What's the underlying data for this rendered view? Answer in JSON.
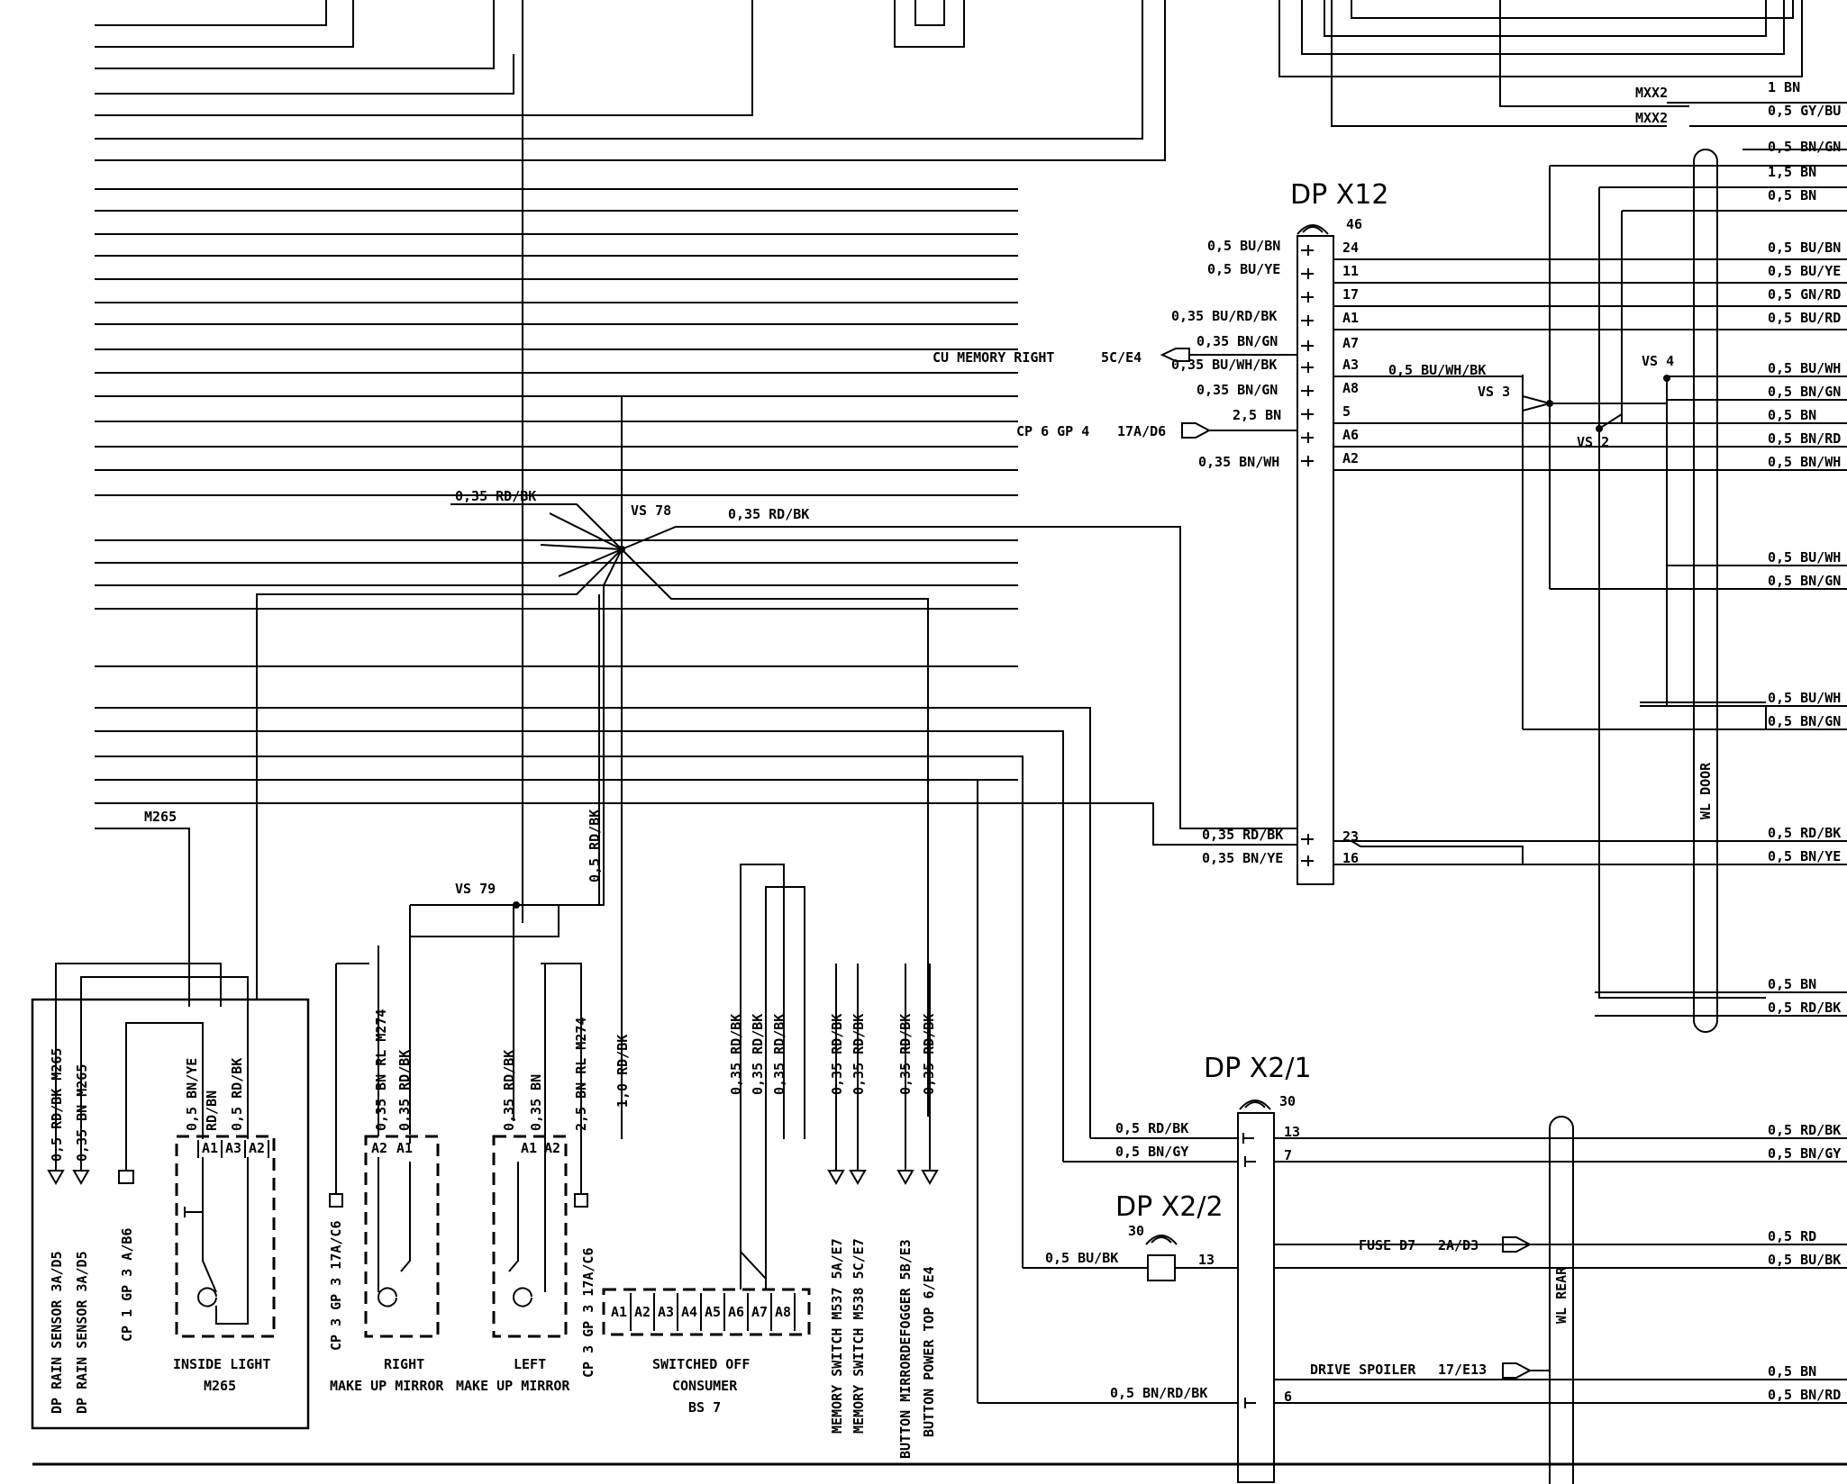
{
  "connectors": {
    "x12": {
      "title": "DP X12",
      "top_pin": "46",
      "pins": [
        "24",
        "11",
        "17",
        "A1",
        "A7",
        "A3",
        "A8",
        "5",
        "A6",
        "A2"
      ],
      "wires_left": [
        "0,5 BU/BN",
        "0,5 BU/YE",
        "0,35 BU/RD/BK",
        "0,35 BN/GN",
        "0,35 BU/WH/BK",
        "0,35 BN/GN",
        "2,5 BN",
        "0,35 BN/WH"
      ],
      "lower_pins": [
        "23",
        "16"
      ],
      "lower_wires": [
        "0,35 RD/BK",
        "0,35 BN/YE"
      ]
    },
    "x21": {
      "title": "DP X2/1",
      "top_pin": "30",
      "pins": [
        "13",
        "7",
        "6"
      ],
      "wires": [
        "0,5 RD/BK",
        "0,5 BN/GY",
        "0,5 BN/RD/BK"
      ]
    },
    "x22": {
      "title": "DP X2/2",
      "top_pin": "30",
      "pin": "13",
      "wire": "0,5 BU/BK"
    }
  },
  "references": {
    "cu_memory_right": "CU MEMORY RIGHT",
    "cu_memory_right_ref": "5C/E4",
    "cp6": "CP 6 GP 4",
    "cp6_ref": "17A/D6",
    "fuse": "FUSE D7",
    "fuse_ref": "2A/D3",
    "spoiler": "DRIVE SPOILER",
    "spoiler_ref": "17/E13",
    "mxx2_a": "MXX2",
    "mxx2_b": "MXX2"
  },
  "splices": {
    "vs78": "VS 78",
    "vs79": "VS 79",
    "vs3": "VS 3",
    "vs2": "VS 2",
    "vs4": "VS 4",
    "vs3_wire": "0,5 BU/WH/BK",
    "vs78_left": "0,35 RD/BK",
    "vs78_right": "0,35 RD/BK",
    "m265_left": "M265",
    "vs79_up": "0,5 RD/BK"
  },
  "right_wires": [
    "1 BN",
    "0,5 GY/BU",
    "0,5 BN/GN",
    "1,5 BN",
    "0,5 BN",
    "0,5 BU/BN",
    "0,5 BU/YE",
    "0,5 GN/RD",
    "0,5 BU/RD",
    "0,5 BU/WH",
    "0,5 BN/GN",
    "0,5 BN",
    "0,5 BN/RD",
    "0,5 BN/WH",
    "0,5 BU/WH",
    "0,5 BN/GN",
    "0,5 BU/WH",
    "0,5 BN/GN",
    "0,5 RD/BK",
    "0,5 BN/YE",
    "0,5 BN",
    "0,5 RD/BK",
    "0,5 RD/BK",
    "0,5 BN/GY",
    "0,5 RD",
    "0,5 BU/BK",
    "0,5 BN",
    "0,5 BN/RD"
  ],
  "harness": {
    "door": "WL DOOR",
    "rear": "WL REAR"
  },
  "bottom": {
    "rain1_wire": "0,5 RD/BK M265",
    "rain2_wire": "0,35 BN M265",
    "rain1": "DP RAIN SENSOR  3A/D5",
    "rain2": "DP RAIN SENSOR  3A/D5",
    "cp1": "CP 1 GP 3  A/B6",
    "il_wire1": "0,5 BN/YE",
    "il_wire2": "0,5 RD/BK",
    "il_mid": "RD/BN",
    "inside_light": "INSIDE LIGHT",
    "inside_light_code": "M265",
    "cp3a": "CP 3 GP 3 17A/C6",
    "rm_w1": "0,35 BN  RL M274",
    "rm_w2": "0,35 RD/BK",
    "right_mirror_1": "RIGHT",
    "right_mirror_2": "MAKE UP MIRROR",
    "lm_w1": "0,35 RD/BK",
    "lm_w2": "0,35 BN",
    "lm_w3": "2,5 BN  RL M274",
    "left_mirror_1": "LEFT",
    "left_mirror_2": "MAKE UP MIRROR",
    "cp3b": "CP 3 GP 3 17A/C6",
    "w10": "1,0 RD/BK",
    "sc_w1": "0,35 RD/BK",
    "sc_w2": "0,35 RD/BK",
    "sc_w3": "0,35 RD/BK",
    "sc_pins": [
      "A1",
      "A2",
      "A3",
      "A4",
      "A5",
      "A6",
      "A7",
      "A8"
    ],
    "switched_off_1": "SWITCHED OFF",
    "switched_off_2": "CONSUMER",
    "switched_off_3": "BS 7",
    "mem1_wire": "0,35 RD/BK",
    "mem1": "MEMORY SWITCH M537  5A/E7",
    "mem2_wire": "0,35 RD/BK",
    "mem2": "MEMORY SWITCH M538  5C/E7",
    "btn1_wire": "0,35 RD/BK",
    "btn1": "BUTTON MIRRORDEFOGGER  5B/E3",
    "btn2_wire": "0,35 RD/BK",
    "btn2": "BUTTON POWER TOP  6/E4",
    "il_pins": [
      "A1",
      "A3",
      "A2"
    ],
    "rm_pins": [
      "A2",
      "A1"
    ],
    "lm_pins": [
      "A1",
      "A2"
    ]
  }
}
